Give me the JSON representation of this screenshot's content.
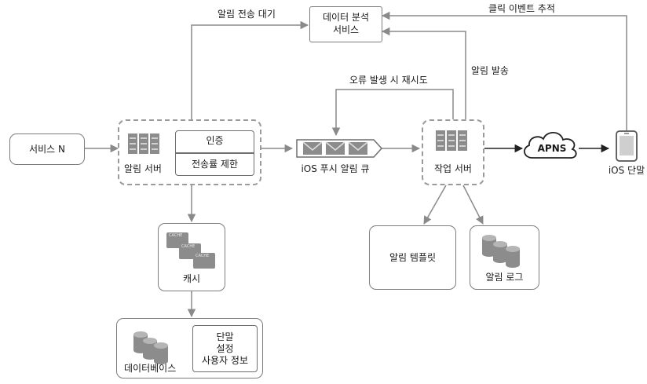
{
  "nodes": {
    "service_n": "서비스 N",
    "notification_server": "알림 서버",
    "auth": "인증",
    "rate_limit": "전송률 제한",
    "ios_queue": "iOS 푸시 알림 큐",
    "worker": "작업 서버",
    "apns": "APNS",
    "ios_device": "iOS 단말",
    "analytics_line1": "데이터 분석",
    "analytics_line2": "서비스",
    "cache": "캐시",
    "database": "데이터베이스",
    "user_info_line1": "단말",
    "user_info_line2": "설정",
    "user_info_line3": "사용자 정보",
    "template": "알림 템플릿",
    "log": "알림 로그",
    "cache_chip": "CACHE"
  },
  "edges": {
    "wait_to_send": "알림 전송 대기",
    "retry_on_error": "오류 발생 시 재시도",
    "notification_sent": "알림 발송",
    "click_tracking": "클릭 이벤트 추적"
  }
}
